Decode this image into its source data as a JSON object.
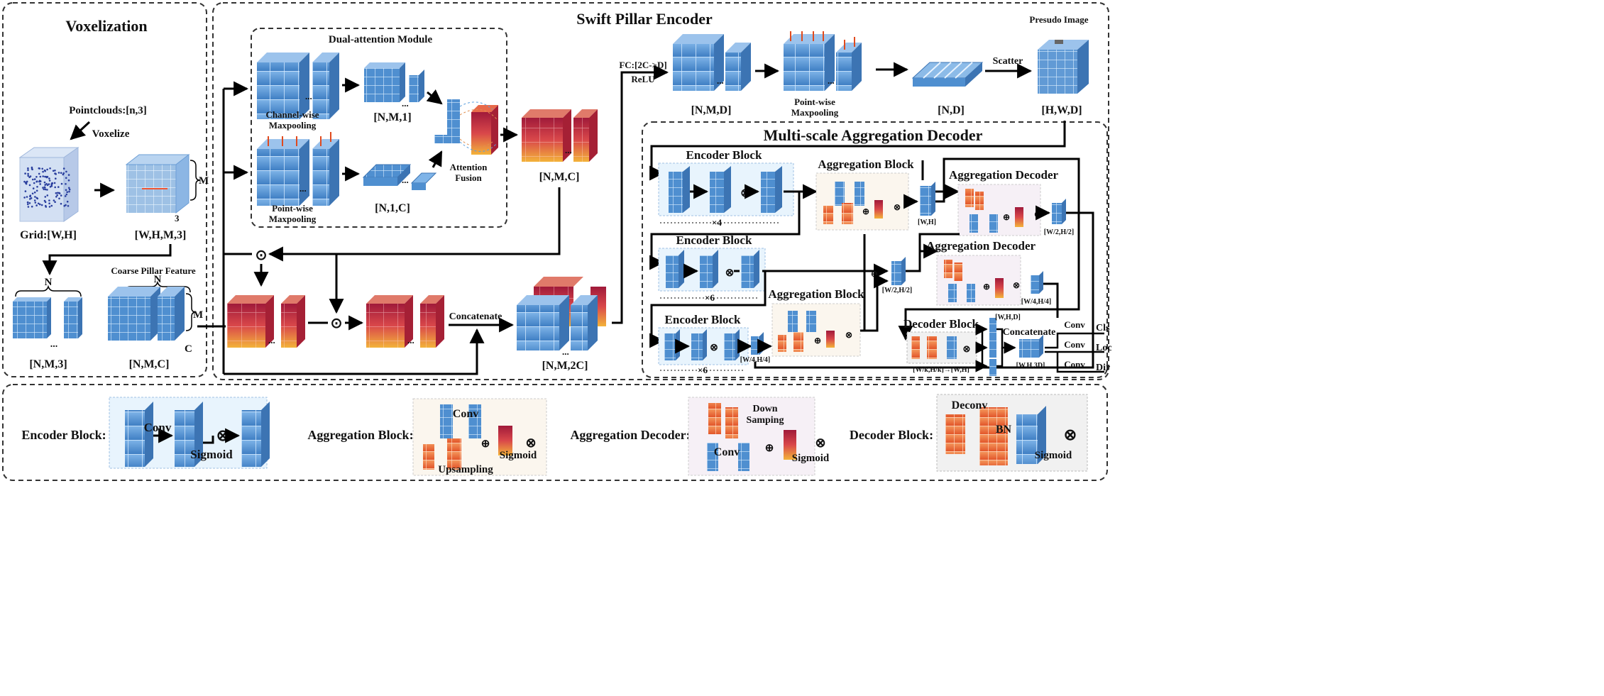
{
  "titles": {
    "voxelization": "Voxelization",
    "swift_pillar_encoder": "Swift Pillar Encoder",
    "dual_attention_module": "Dual-attention Module",
    "multi_scale_decoder": "Multi-scale Aggregation Decoder"
  },
  "voxelization": {
    "pointclouds": "Pointclouds:[n,3]",
    "voxelize": "Voxelize",
    "grid": "Grid:[W,H]",
    "whm3": "[W,H,M,3]",
    "m": "M",
    "three": "3",
    "n": "N",
    "nm3": "[N,M,3]",
    "coarse": "Coarse Pillar Feature",
    "nmc": "[N,M,C]",
    "c": "C",
    "dots": "..."
  },
  "encoder": {
    "channel_wise": [
      "Channel-wise",
      "Maxpooling"
    ],
    "point_wise": [
      "Point-wise",
      "Maxpooling"
    ],
    "nm1": "[N,M,1]",
    "n1c": "[N,1,C]",
    "attention_fusion": [
      "Attention",
      "Fusion"
    ],
    "nmc": "[N,M,C]",
    "concatenate": "Concatenate",
    "nm2c": "[N,M,2C]",
    "fc": "FC:[2C->D]",
    "relu": "ReLU",
    "nmd": "[N,M,D]",
    "point_wise_top": [
      "Point-wise",
      "Maxpooling"
    ],
    "nd": "[N,D]",
    "scatter": "Scatter",
    "presudo": "Presudo Image",
    "hwd": "[H,W,D]",
    "odot": "⊙"
  },
  "decoder": {
    "encoder_block": "Encoder Block",
    "aggregation_block": "Aggregation Block",
    "aggregation_decoder": "Aggregation Decoder",
    "decoder_block": "Decoder Block",
    "x4": "×4",
    "x6": "×6",
    "wh": "[W,H]",
    "w2h2": "[W/2,H/2]",
    "w4h4": "[W/4,H/4]",
    "wkhk": "[W/k,H/k]→[W,H]",
    "whd": "[W,H,D]",
    "wh3d": "[W,H,3D]",
    "concatenate": "Concatenate",
    "conv": "Conv",
    "cls": "Cls",
    "loc": "Loc",
    "dir": "Dir",
    "otimes": "⊗",
    "oplus": "⊕"
  },
  "legend": {
    "encoder_block": "Encoder Block:",
    "aggregation_block": "Aggregation Block:",
    "aggregation_decoder": "Aggregation Decoder:",
    "decoder_block": "Decoder Block:",
    "conv": "Conv",
    "sigmoid": "Sigmoid",
    "upsampling": "Upsampling",
    "down_samping": [
      "Down",
      "Samping"
    ],
    "deconv": "Deconv",
    "bn": "BN",
    "otimes": "⊗",
    "oplus": "⊕"
  },
  "colors": {
    "blue": "#5b9bd5",
    "blue_dark": "#2e6eb5",
    "orange": "#f07a3c",
    "red": "#c0303a",
    "border": "#333333"
  }
}
